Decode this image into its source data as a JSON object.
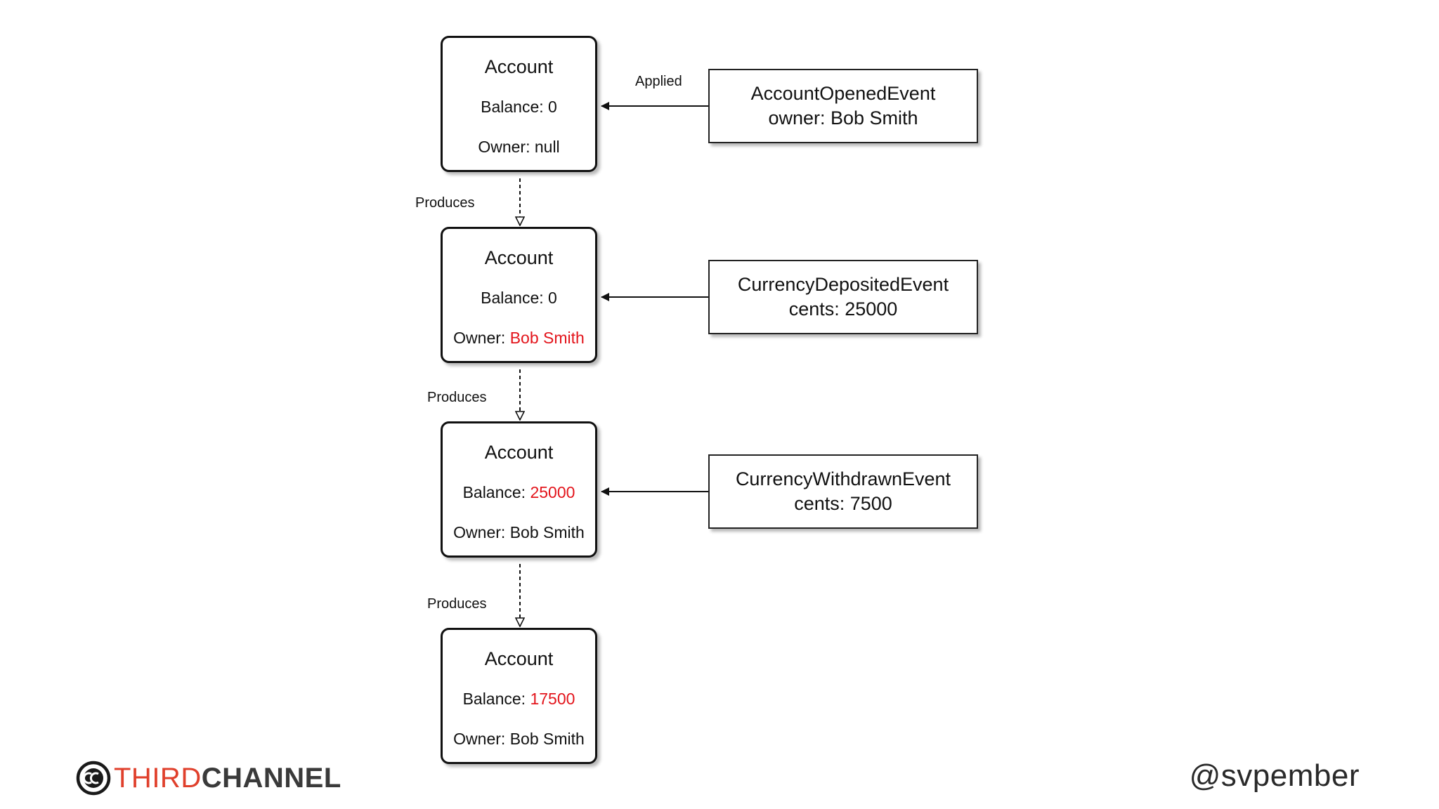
{
  "accounts": [
    {
      "title": "Account",
      "balance_label": "Balance: ",
      "balance_value": "0",
      "owner_label": "Owner: ",
      "owner_value": "null"
    },
    {
      "title": "Account",
      "balance_label": "Balance: ",
      "balance_value": "0",
      "owner_label": "Owner: ",
      "owner_value": "Bob Smith"
    },
    {
      "title": "Account",
      "balance_label": "Balance: ",
      "balance_value": "25000",
      "owner_label": "Owner: ",
      "owner_value": "Bob Smith"
    },
    {
      "title": "Account",
      "balance_label": "Balance: ",
      "balance_value": "17500",
      "owner_label": "Owner: ",
      "owner_value": "Bob Smith"
    }
  ],
  "events": [
    {
      "name": "AccountOpenedEvent",
      "detail": "owner: Bob Smith"
    },
    {
      "name": "CurrencyDepositedEvent",
      "detail": "cents: 25000"
    },
    {
      "name": "CurrencyWithdrawnEvent",
      "detail": "cents: 7500"
    }
  ],
  "labels": {
    "applied": "Applied",
    "produces": "Produces"
  },
  "colors": {
    "highlight": "#e3141b",
    "stroke": "#111111"
  },
  "footer": {
    "logo_icon": "thirdchannel-logo-icon",
    "logo_part1": "THIRD",
    "logo_part2": "CHANNEL",
    "handle": "@svpember"
  }
}
